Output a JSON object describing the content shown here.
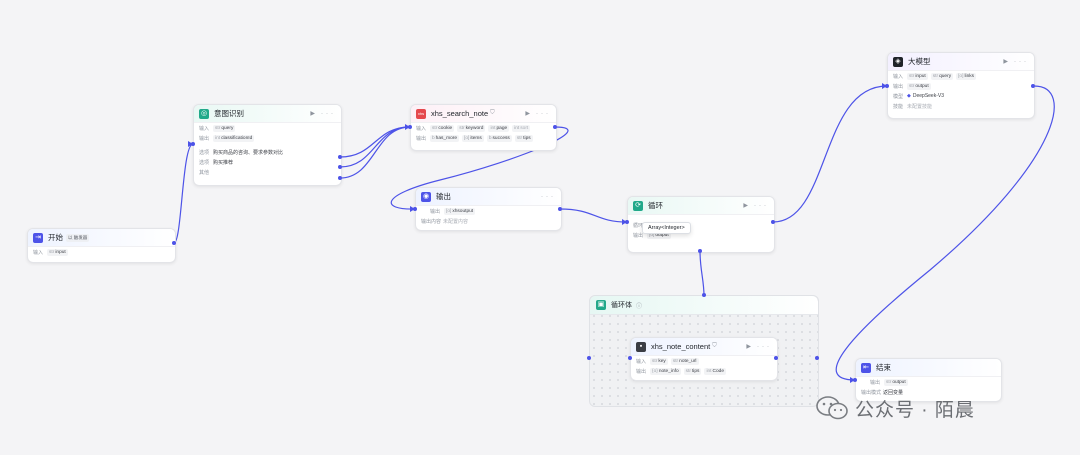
{
  "colors": {
    "accent": "#4d53e8",
    "teal": "#22a98a",
    "red": "#e5484d"
  },
  "start": {
    "title": "开始",
    "badge": "以 触发器",
    "input_label": "输入",
    "input_tag": "str",
    "input_name": "input"
  },
  "intent": {
    "title": "意图识别",
    "rows": [
      {
        "label": "输入",
        "tags": [
          {
            "type": "str",
            "name": "query"
          }
        ]
      },
      {
        "label": "输出",
        "tags": [
          {
            "type": "int",
            "name": "classificationId"
          }
        ]
      }
    ],
    "options": [
      {
        "label": "选项",
        "text": "购买商品的咨询、要求参数对比"
      },
      {
        "label": "选项",
        "text": "购买推荐"
      },
      {
        "label": "其他",
        "text": ""
      }
    ]
  },
  "search": {
    "title": "xhs_search_note",
    "in_label": "输入",
    "in_tags": [
      {
        "type": "str",
        "name": "cookie"
      },
      {
        "type": "str",
        "name": "keyword"
      },
      {
        "type": "int",
        "name": "page"
      },
      {
        "type": "int",
        "name": "sort"
      }
    ],
    "out_label": "输出",
    "out_tags": [
      {
        "type": "b",
        "name": "has_more"
      },
      {
        "type": "[o]",
        "name": "items"
      },
      {
        "type": "b",
        "name": "success"
      },
      {
        "type": "str",
        "name": "tips"
      }
    ]
  },
  "output_node": {
    "title": "输出",
    "var_label": "输出",
    "var_tag": "[o]",
    "var_name": "xhsoutput",
    "content_label": "输出内容",
    "content_value": "未配置内容"
  },
  "loop": {
    "title": "循环",
    "in_label": "循环",
    "out_label": "输出",
    "out_tag": "[o]",
    "out_name": "output",
    "tooltip": "Array<Integer>"
  },
  "loop_body": {
    "title": "循环体"
  },
  "note_content": {
    "title": "xhs_note_content",
    "in_label": "输入",
    "in_tags": [
      {
        "type": "str",
        "name": "key"
      },
      {
        "type": "str",
        "name": "note_url"
      }
    ],
    "out_label": "输出",
    "out_tags": [
      {
        "type": "{o}",
        "name": "note_info"
      },
      {
        "type": "str",
        "name": "tips"
      },
      {
        "type": "int",
        "name": "Code"
      }
    ]
  },
  "llm": {
    "title": "大模型",
    "in_label": "输入",
    "in_tags": [
      {
        "type": "str",
        "name": "input"
      },
      {
        "type": "str",
        "name": "query"
      },
      {
        "type": "[o]",
        "name": "links"
      }
    ],
    "out_label": "输出",
    "out_tag": "str",
    "out_name": "output",
    "model_label": "模型",
    "model_value": "DeepSeek-V3",
    "skill_label": "技能",
    "skill_value": "未配置技能"
  },
  "end": {
    "title": "结束",
    "out_label": "输出",
    "out_tag": "str",
    "out_name": "output",
    "mode_label": "输出模式",
    "mode_value": "返回变量"
  },
  "watermark": {
    "text": "公众号 · 陌晨"
  }
}
